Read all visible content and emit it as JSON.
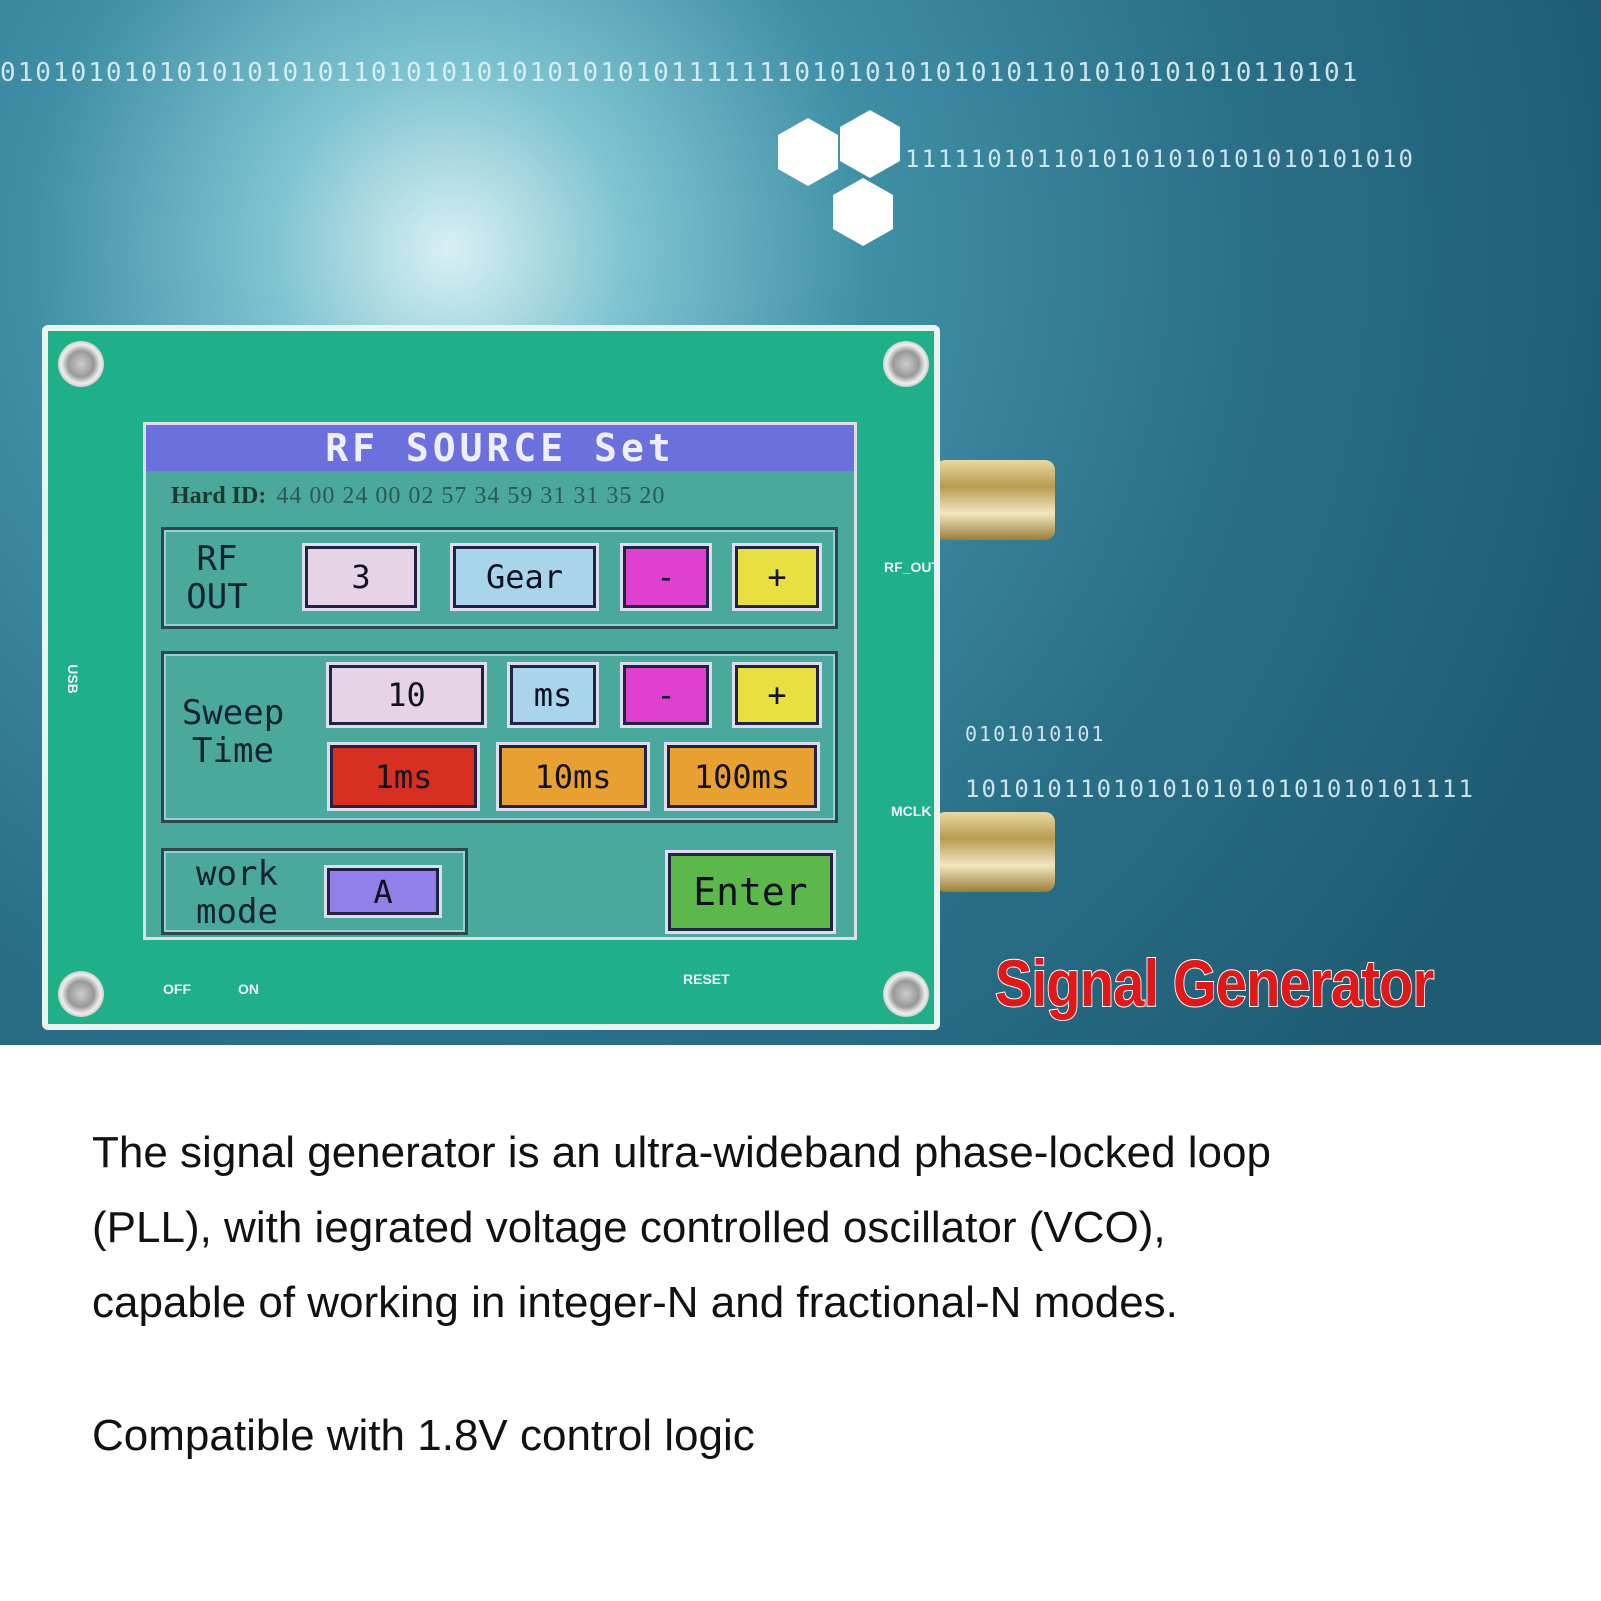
{
  "background": {
    "binary_row_1": "01010101010101010101101010101010101010111111101010101010101101010101010110101",
    "binary_row_2": "1111101011010101010101010101010",
    "binary_row_3": "0101010101",
    "binary_row_4": "1010101101010101010101010101111"
  },
  "device": {
    "screen": {
      "title": "RF SOURCE Set",
      "hard_id_label": "Hard ID:",
      "hard_id_value": "44 00 24 00 02 57 34 59 31 31 35 20",
      "rf_out": {
        "label_1": "RF",
        "label_2": "OUT",
        "value": "3",
        "gear": "Gear",
        "minus": "-",
        "plus": "+"
      },
      "sweep": {
        "label_1": "Sweep",
        "label_2": "Time",
        "value": "10",
        "unit": "ms",
        "minus": "-",
        "plus": "+",
        "preset_1": "1ms",
        "preset_2": "10ms",
        "preset_3": "100ms"
      },
      "work_mode": {
        "label_1": "work",
        "label_2": "mode",
        "value": "A"
      },
      "enter": "Enter"
    },
    "silkscreen": {
      "rf_out": "RF_OUT",
      "mclk": "MCLK",
      "off": "OFF",
      "on": "ON",
      "reset": "RESET",
      "usb": "USB"
    }
  },
  "colors": {
    "value_box": "#e6d3e6",
    "gear": "#a8d4ec",
    "minus": "#e040d0",
    "plus": "#e8e040",
    "preset_1": "#d83020",
    "preset_2": "#e8a030",
    "preset_3": "#e8a030",
    "mode": "#9080e8",
    "enter": "#5cb84a",
    "title_bar": "#6c70dc"
  },
  "product_title": "Signal Generator",
  "description": {
    "line_1": "The signal generator is an ultra-wideband phase-locked loop",
    "line_2": "(PLL), with iegrated voltage controlled oscillator (VCO),",
    "line_3": "capable of working in integer-N and fractional-N modes.",
    "line_4": "Compatible with 1.8V control logic"
  }
}
